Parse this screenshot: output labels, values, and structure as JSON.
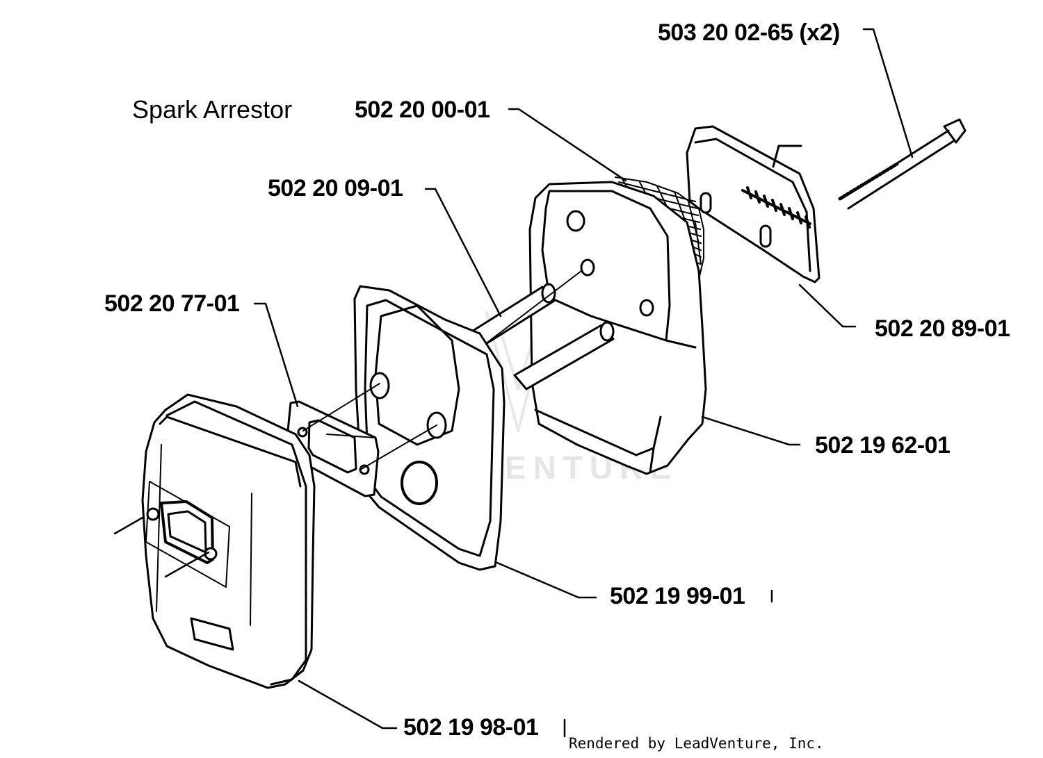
{
  "diagram": {
    "section_title": "Spark Arrestor",
    "parts": [
      {
        "id": "bolt",
        "label": "503 20 02-65 (x2)"
      },
      {
        "id": "screen",
        "label": "502 20 00-01"
      },
      {
        "id": "stud",
        "label": "502 20 09-01"
      },
      {
        "id": "gasket",
        "label": "502 20 77-01"
      },
      {
        "id": "deflector",
        "label": "502 20 89-01"
      },
      {
        "id": "muffler-body",
        "label": "502 19 62-01"
      },
      {
        "id": "cooling-plate",
        "label": "502 19 99-01"
      },
      {
        "id": "muffler-cover",
        "label": "502 19 98-01"
      }
    ]
  },
  "watermark": "LEADVENTURE",
  "credit": "Rendered by LeadVenture, Inc.",
  "colors": {
    "ink": "#000000",
    "paper": "#ffffff",
    "watermark": "#e6e6e6"
  }
}
